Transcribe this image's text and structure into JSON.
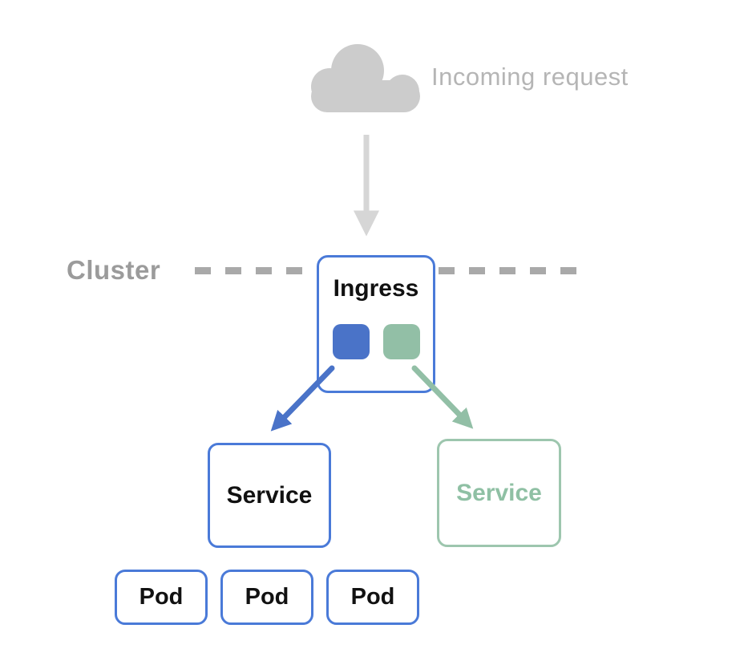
{
  "diagram": {
    "incoming_request_label": "Incoming request",
    "cluster_label": "Cluster",
    "ingress_label": "Ingress",
    "service_blue_label": "Service",
    "service_green_label": "Service",
    "pods": [
      "Pod",
      "Pod",
      "Pod"
    ],
    "icons": {
      "cloud": "cloud-icon",
      "down_arrow": "down-arrow-icon",
      "blue_route": "diagonal-arrow-icon",
      "green_route": "diagonal-arrow-icon"
    },
    "colors": {
      "blue": "#4a73c8",
      "blue_border": "#4a7ad8",
      "green": "#92bfa6",
      "green_border": "#9dc6ae",
      "green_text": "#8fc0a4",
      "cloud_gray": "#cccccc",
      "arrow_gray": "#d6d6d6",
      "incoming_text_gray": "#b5b5b5",
      "cluster_text_gray": "#9b9b9b",
      "dash_gray": "#a9a9a9",
      "node_text": "#111111",
      "background": "#ffffff"
    }
  }
}
